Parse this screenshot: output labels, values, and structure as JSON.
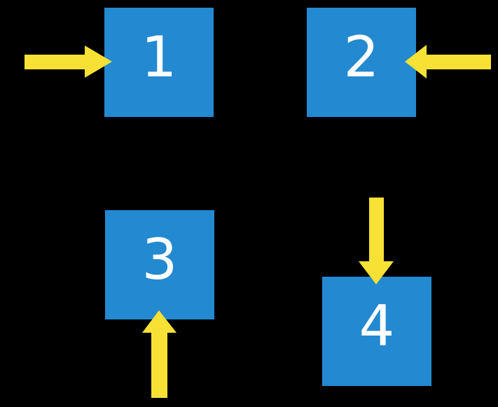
{
  "canvas": {
    "background": "#000000"
  },
  "colors": {
    "canvas_bg": "#000000",
    "box_fill": "#2389D0",
    "arrow_fill": "#F8E135",
    "label_text": "#FFFFFF"
  },
  "boxes": [
    {
      "label": "1"
    },
    {
      "label": "2"
    },
    {
      "label": "3"
    },
    {
      "label": "4"
    }
  ],
  "arrows": [
    {
      "points_at_box": "1",
      "direction": "right",
      "enters_side": "left"
    },
    {
      "points_at_box": "2",
      "direction": "left",
      "enters_side": "right"
    },
    {
      "points_at_box": "3",
      "direction": "up",
      "enters_side": "bottom"
    },
    {
      "points_at_box": "4",
      "direction": "down",
      "enters_side": "top"
    }
  ]
}
